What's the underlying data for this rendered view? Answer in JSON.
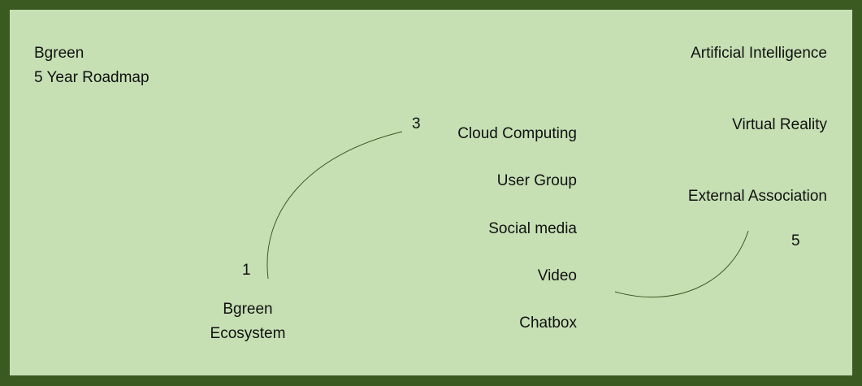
{
  "title": {
    "line1": "Bgreen",
    "line2": "5 Year Roadmap"
  },
  "milestones": {
    "m1": "1",
    "m3": "3",
    "m5": "5"
  },
  "ecosystem": {
    "line1": "Bgreen",
    "line2": "Ecosystem"
  },
  "year3_items": [
    "Cloud Computing",
    "User Group",
    "Social media",
    "Video",
    "Chatbox"
  ],
  "year5_items": [
    "Artificial Intelligence",
    "Virtual Reality",
    "External Association"
  ],
  "colors": {
    "border": "#3b5a22",
    "background": "#c6e0b4",
    "curve": "#3b5a22"
  }
}
